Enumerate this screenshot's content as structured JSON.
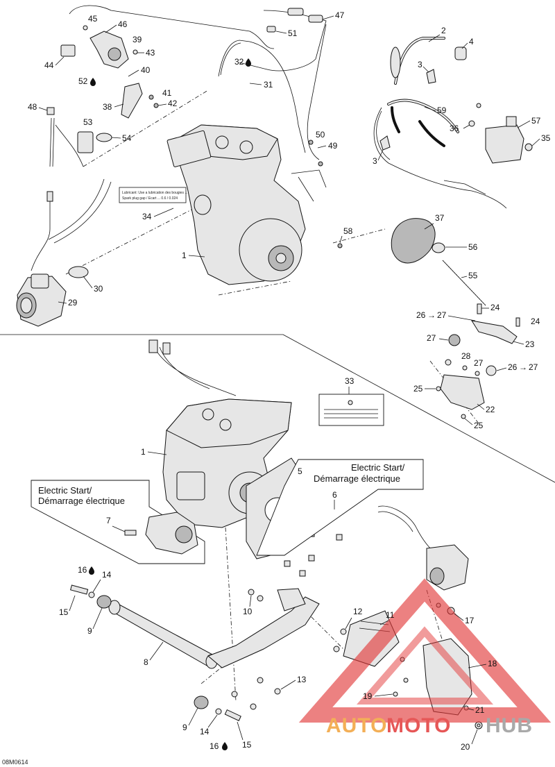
{
  "callouts": {
    "c1_top": "1",
    "c1_bottom": "1",
    "c2": "2",
    "c3_top": "3",
    "c3_mid": "3",
    "c4": "4",
    "c5": "5",
    "c6": "6",
    "c7": "7",
    "c8": "8",
    "c9_left": "9",
    "c9_bottom": "9",
    "c10": "10",
    "c11": "11",
    "c12": "12",
    "c13": "13",
    "c14_left": "14",
    "c14_bottom": "14",
    "c15_left": "15",
    "c15_bottom": "15",
    "c16_left": "16",
    "c16_bottom": "16",
    "c17": "17",
    "c18": "18",
    "c19": "19",
    "c20": "20",
    "c21": "21",
    "c22": "22",
    "c23": "23",
    "c24_a": "24",
    "c24_b": "24",
    "c25_a": "25",
    "c25_b": "25",
    "c26_a": "26",
    "c26_b": "26",
    "c27_a": "27",
    "c27_b": "27",
    "c27_c": "27",
    "c27_d": "27",
    "c28": "28",
    "c29": "29",
    "c30": "30",
    "c31": "31",
    "c32": "32",
    "c33": "33",
    "c34": "34",
    "c35": "35",
    "c36": "36",
    "c37": "37",
    "c38": "38",
    "c39": "39",
    "c40": "40",
    "c41": "41",
    "c42": "42",
    "c43": "43",
    "c44": "44",
    "c45": "45",
    "c46": "46",
    "c47": "47",
    "c48": "48",
    "c49": "49",
    "c50": "50",
    "c51": "51",
    "c52": "52",
    "c53": "53",
    "c54": "54",
    "c55": "55",
    "c56": "56",
    "c57": "57",
    "c58": "58",
    "c59": "59"
  },
  "arrow_glyph": "→",
  "labels": {
    "electric_start_left_line1": "Electric Start/",
    "electric_start_left_line2": "Démarrage électrique",
    "electric_start_right_line1": "Electric Start/",
    "electric_start_right_line2": "Démarrage électrique"
  },
  "decals": {
    "top_decal_lines": [
      "Lubricant: Use a lubrication des bougies ...",
      "Spark plug gap / Ecart ... 0.6 / 0.024"
    ]
  },
  "reference_code": "08M0614",
  "watermark": {
    "auto": "AUTO",
    "moto": "MOTO",
    "hub": "HUB"
  },
  "colors": {
    "line": "#111111",
    "watermark_red": "#e23a3a",
    "watermark_orange": "#f2a23a",
    "watermark_grey": "#9b9b9b"
  },
  "icons": [
    "drop-icon",
    "arrow-right-icon",
    "triangle-logo-icon"
  ]
}
